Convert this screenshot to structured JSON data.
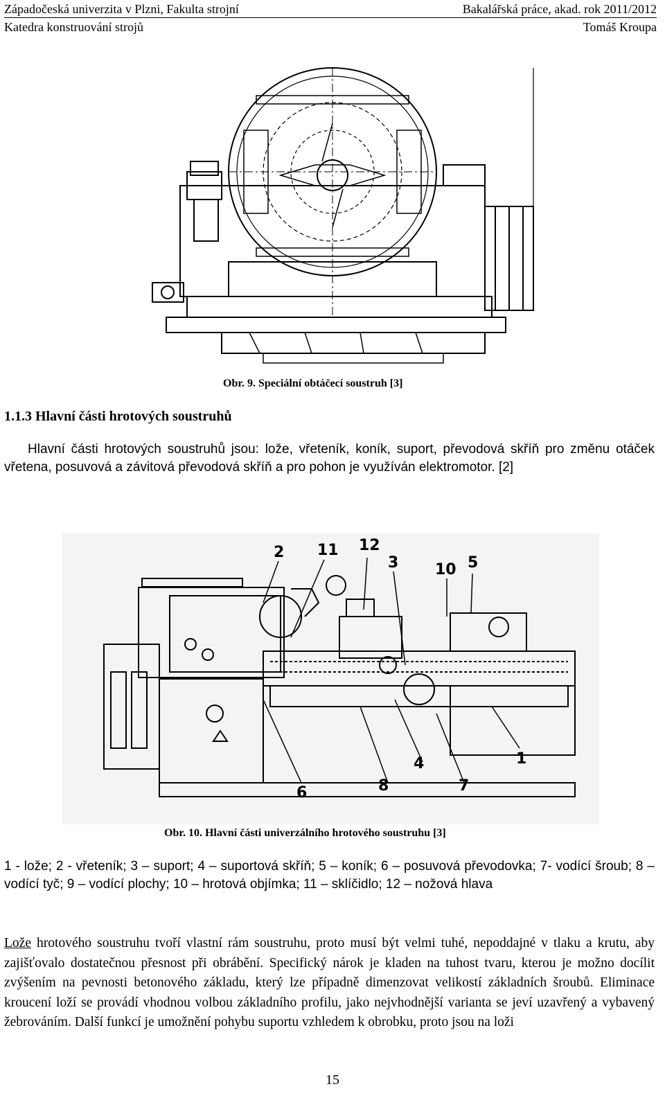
{
  "header": {
    "left_top": "Západočeská univerzita v Plzni, Fakulta strojní",
    "right_top": "Bakalářská práce, akad. rok 2011/2012",
    "left_bottom": "Katedra konstruování strojů",
    "right_bottom": "Tomáš Kroupa"
  },
  "figure1": {
    "caption": "Obr. 9. Speciální obtáčecí soustruh [3]"
  },
  "section": {
    "heading": "1.1.3 Hlavní části hrotových soustruhů"
  },
  "paragraph1": "Hlavní části hrotových soustruhů jsou: lože, vřeteník, koník, suport, převodová skříň pro změnu otáček vřetena, posuvová a závitová převodová skříň a pro pohon je využíván elektromotor. [2]",
  "figure2": {
    "caption": "Obr. 10. Hlavní části univerzálního hrotového soustruhu [3]",
    "labels": {
      "l1": "1",
      "l2": "2",
      "l3": "3",
      "l4": "4",
      "l5": "5",
      "l6": "6",
      "l7": "7",
      "l8": "8",
      "l10": "10",
      "l11": "11",
      "l12": "12"
    }
  },
  "legend_text": "1 - lože; 2 - vřeteník; 3 – suport; 4 – suportová skříň; 5 – koník; 6 – posuvová převodovka; 7- vodící šroub; 8 – vodící tyč; 9 – vodící plochy; 10 – hrotová objímka; 11 – sklíčidlo; 12 – nožová hlava",
  "paragraph2": {
    "first_word": "Lože",
    "rest": " hrotového soustruhu tvoří vlastní rám soustruhu, proto musí být velmi tuhé, nepoddajné v tlaku a krutu, aby zajišťovalo dostatečnou přesnost při obrábění. Specifický nárok je kladen na tuhost tvaru, kterou je možno docílit zvýšením na pevnosti betonového základu, který lze případně dimenzovat velikostí základních šroubů. Eliminace kroucení loží se provádí vhodnou volbou základního profilu, jako nejvhodnější varianta se jeví uzavřený a vybavený žebrováním. Další funkcí je umožnění pohybu suportu vzhledem k obrobku, proto jsou na loži"
  },
  "page_number": "15"
}
